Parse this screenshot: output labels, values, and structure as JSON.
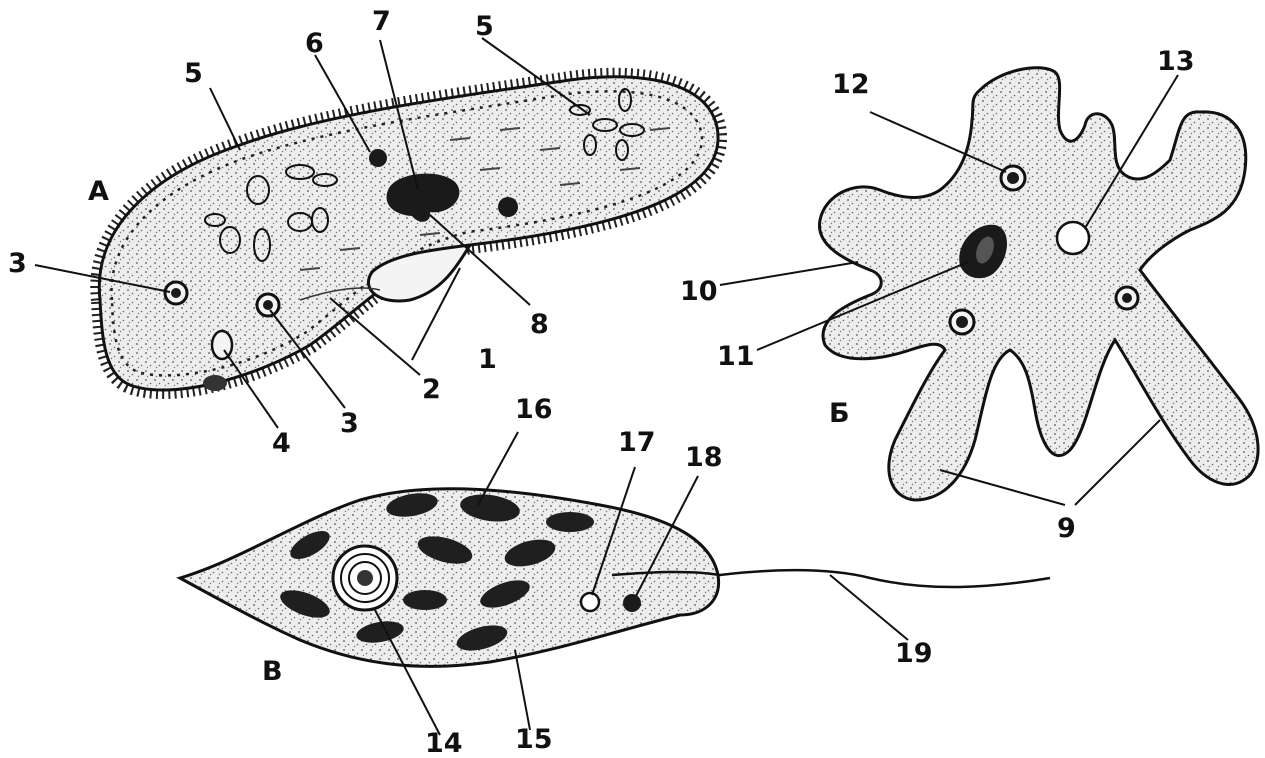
{
  "colors": {
    "ink": "#111111",
    "cell_fill": "#e9e9e9",
    "organelle": "#1a1a1a",
    "paper": "#ffffff"
  },
  "panels": {
    "A": "А",
    "B": "Б",
    "V": "В"
  },
  "labels": {
    "l1": "1",
    "l2": "2",
    "l3a": "3",
    "l3b": "3",
    "l4": "4",
    "l5a": "5",
    "l5b": "5",
    "l6": "6",
    "l7": "7",
    "l8": "8",
    "l9": "9",
    "l10": "10",
    "l11": "11",
    "l12": "12",
    "l13": "13",
    "l14": "14",
    "l15": "15",
    "l16": "16",
    "l17": "17",
    "l18": "18",
    "l19": "19"
  }
}
